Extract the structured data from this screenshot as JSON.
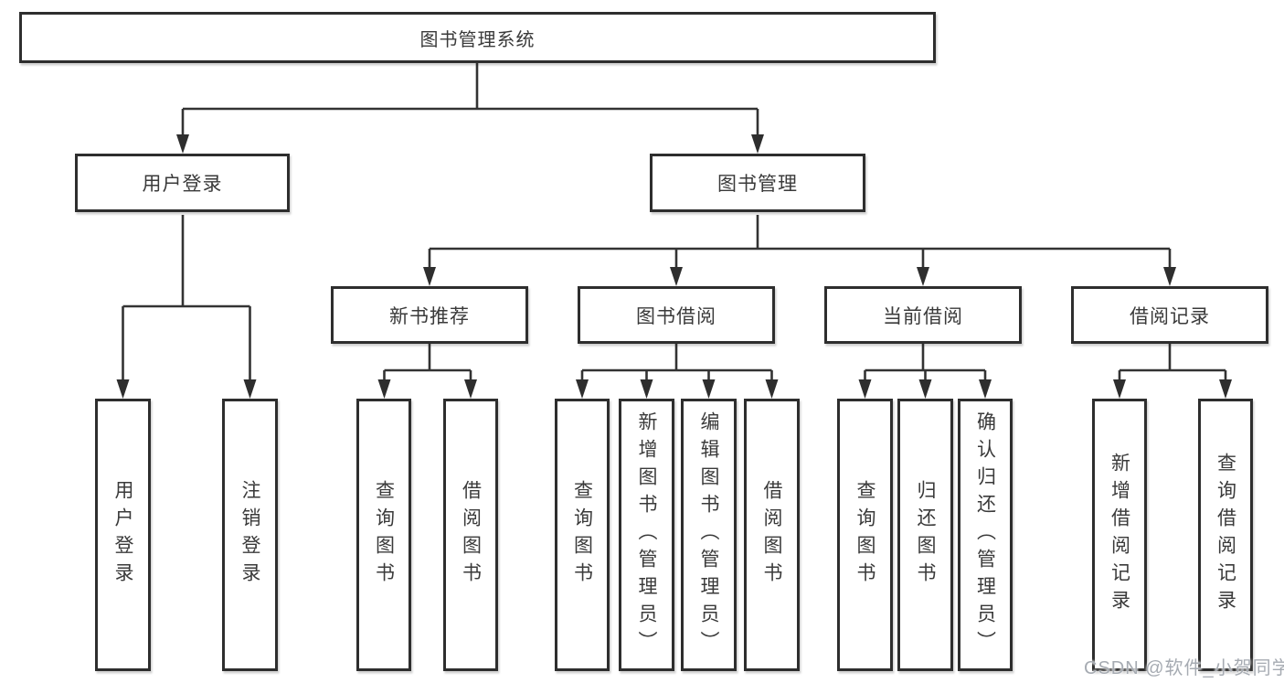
{
  "diagram_title": "图书管理系统",
  "tree": {
    "label": "图书管理系统",
    "children": [
      {
        "label": "用户登录",
        "children": [
          {
            "label": "用户登录"
          },
          {
            "label": "注销登录"
          }
        ]
      },
      {
        "label": "图书管理",
        "children": [
          {
            "label": "新书推荐",
            "children": [
              {
                "label": "查询图书"
              },
              {
                "label": "借阅图书"
              }
            ]
          },
          {
            "label": "图书借阅",
            "children": [
              {
                "label": "查询图书"
              },
              {
                "label": "新增图书（管理员）"
              },
              {
                "label": "编辑图书（管理员）"
              },
              {
                "label": "借阅图书"
              }
            ]
          },
          {
            "label": "当前借阅",
            "children": [
              {
                "label": "查询图书"
              },
              {
                "label": "归还图书"
              },
              {
                "label": "确认归还（管理员）"
              }
            ]
          },
          {
            "label": "借阅记录",
            "children": [
              {
                "label": "新增借阅记录"
              },
              {
                "label": "查询借阅记录"
              }
            ]
          }
        ]
      }
    ]
  },
  "watermark": {
    "text": "CSDN @软件_小贺同学"
  },
  "colors": {
    "box_border": "#2e2e2e",
    "connector_line": "#333333",
    "text": "#3a3a3a",
    "watermark_text": "#a6abb2",
    "background": "#ffffff"
  }
}
